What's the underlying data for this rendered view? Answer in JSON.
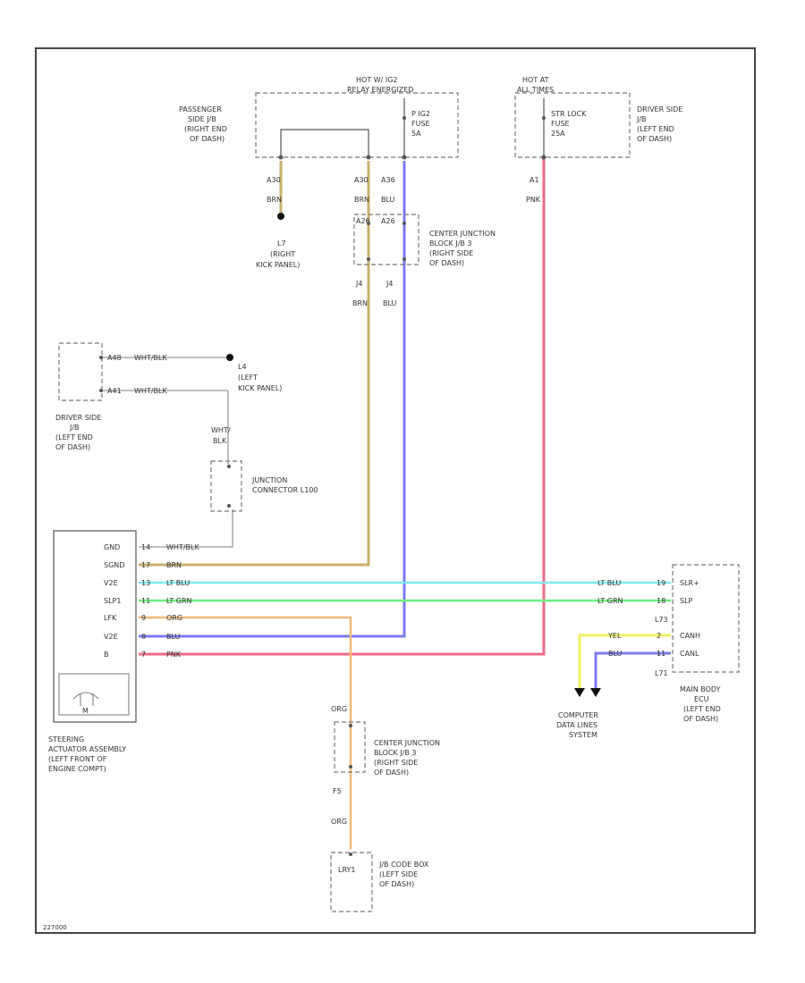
{
  "colors": {
    "brn": "#c8b06a",
    "blu": "#7b7bf0",
    "pnk": "#f06a8a",
    "lt_blu": "#7ee8f0",
    "lt_grn": "#6ef07a",
    "org": "#f5b878",
    "yel": "#f0f060",
    "wht_blk": "#999999"
  },
  "fuse_box": {
    "hot_label": "HOT W/ IG2",
    "relay_label": "RELAY ENERGIZED",
    "pass_jb": [
      "PASSENGER",
      "SIDE J/B",
      "(RIGHT END",
      "OF DASH)"
    ],
    "fuse": [
      "P IG2",
      "FUSE",
      "5A"
    ],
    "pins": [
      "A30",
      "A30",
      "A36"
    ],
    "wire_colors": [
      "BRN",
      "BRN",
      "BLU"
    ]
  },
  "st_box": {
    "hot_label": "HOT AT",
    "hot_sub": "ALL TIMES",
    "fuse": [
      "STR LOCK",
      "FUSE",
      "25A"
    ],
    "jb": [
      "DRIVER SIDE",
      "J/B",
      "(LEFT END",
      "OF DASH)"
    ],
    "pin": "A1",
    "wire": "PNK"
  },
  "ground_l7": [
    "L7",
    "(RIGHT",
    "KICK PANEL)"
  ],
  "cjb1": {
    "pins_top": [
      "A26",
      "A26"
    ],
    "pins_bot": [
      "J4",
      "J4"
    ],
    "wires": [
      "BRN",
      "BLU"
    ],
    "label": [
      "CENTER JUNCTION",
      "BLOCK J/B 3",
      "(RIGHT SIDE",
      "OF DASH)"
    ]
  },
  "driver_jb": {
    "pins": [
      "A48",
      "A41"
    ],
    "wires": [
      "WHT/BLK",
      "WHT/BLK"
    ],
    "label": [
      "DRIVER SIDE",
      "J/B",
      "(LEFT END",
      "OF DASH)"
    ],
    "ground": [
      "L4",
      "(LEFT",
      "KICK PANEL)"
    ]
  },
  "junction_conn": {
    "wire": [
      "WHT/",
      "BLK"
    ],
    "label": [
      "JUNCTION",
      "CONNECTOR L100"
    ]
  },
  "steering": {
    "pins": [
      "GND",
      "SGND",
      "V2E",
      "SLP1",
      "LFK",
      "V2E",
      "B"
    ],
    "pin_nums": [
      "14",
      "17",
      "13",
      "11",
      "9",
      "8",
      "7"
    ],
    "wires": [
      "WHT/BLK",
      "BRN",
      "LT BLU",
      "LT GRN",
      "ORG",
      "BLU",
      "PNK"
    ],
    "motor": "M",
    "label": [
      "STEERING",
      "ACTUATOR ASSEMBLY",
      "(LEFT FRONT OF",
      "ENGINE COMPT)"
    ]
  },
  "ecu": {
    "wires": [
      "LT BLU",
      "LT GRN",
      "YEL",
      "BLU"
    ],
    "pins": [
      "19",
      "18",
      "2",
      "11"
    ],
    "pin_labels": [
      "SLR+",
      "SLP",
      "CANH",
      "CANL"
    ],
    "sub_labels": [
      "L73",
      "L71"
    ],
    "label": [
      "MAIN BODY",
      "ECU",
      "(LEFT END",
      "OF DASH)"
    ]
  },
  "computer_data": [
    "COMPUTER",
    "DATA LINES",
    "SYSTEM"
  ],
  "cjb2": {
    "wire_top": "ORG",
    "pin": "F5",
    "wire_bot": "ORG",
    "label": [
      "CENTER JUNCTION",
      "BLOCK J/B 3",
      "(RIGHT SIDE",
      "OF DASH)"
    ]
  },
  "jcb": {
    "inner": "LRY1",
    "label": [
      "J/B CODE BOX",
      "(LEFT SIDE",
      "OF DASH)"
    ]
  },
  "footer_id": "227000"
}
